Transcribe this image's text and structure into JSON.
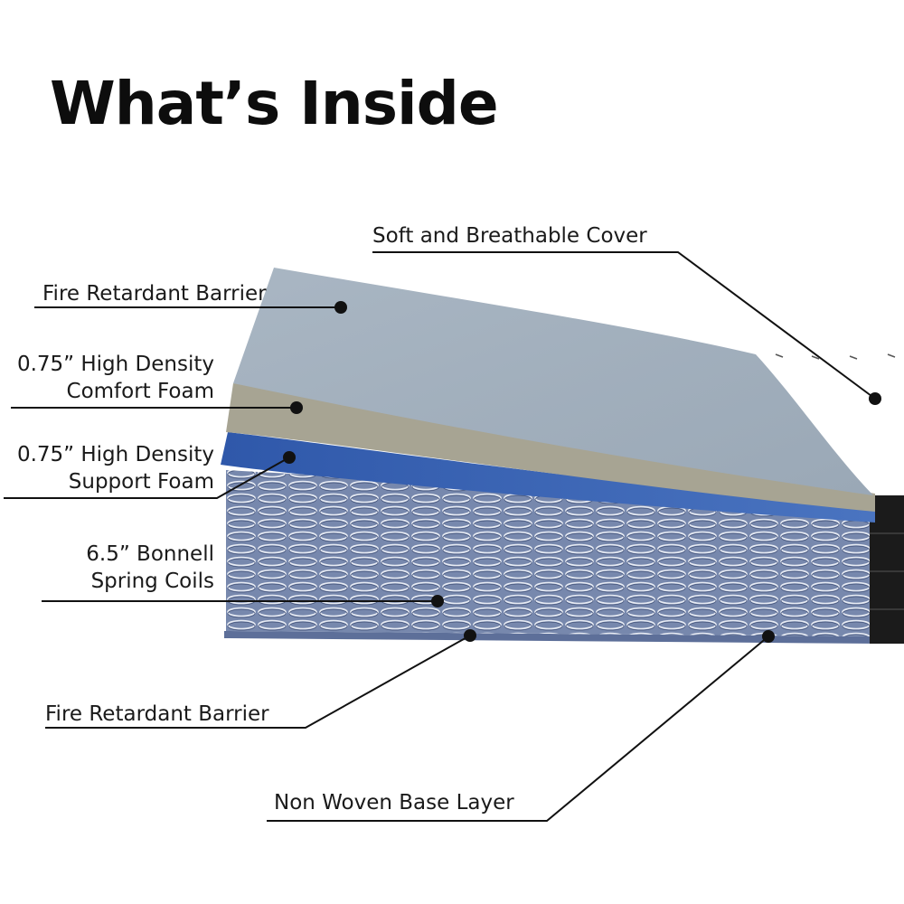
{
  "title": "What’s Inside",
  "labels": {
    "cover": "Soft and Breathable Cover",
    "fire_barrier_top": "Fire Retardant Barrier",
    "comfort_foam": [
      "0.75” High Density",
      "Comfort Foam"
    ],
    "support_foam": [
      "0.75” High Density",
      "Support Foam"
    ],
    "spring_coils": [
      "6.5” Bonnell",
      "Spring Coils"
    ],
    "fire_barrier_bottom": "Fire Retardant Barrier",
    "base_layer": "Non Woven Base Layer"
  },
  "colors": {
    "cover": "#a3b1bf",
    "comfort_foam": "#a7a493",
    "support_foam": "#3b63b0",
    "coils_base": "#6b7fa6",
    "side_panel": "#1b1b1b",
    "leader": "#111111"
  }
}
